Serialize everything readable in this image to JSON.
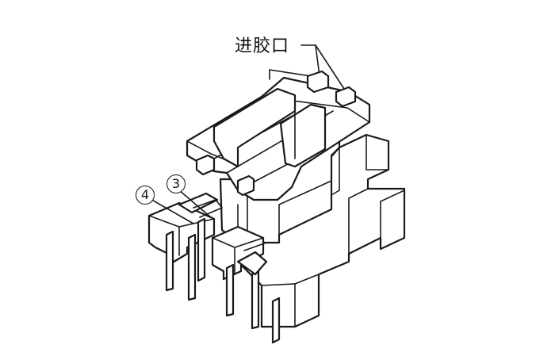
{
  "labels": {
    "gate": "进胶口",
    "pin_3": "3",
    "pin_4": "4"
  },
  "colors": {
    "line": "#1a1a1a",
    "background": "#ffffff",
    "shade": "#e6e6e6"
  }
}
